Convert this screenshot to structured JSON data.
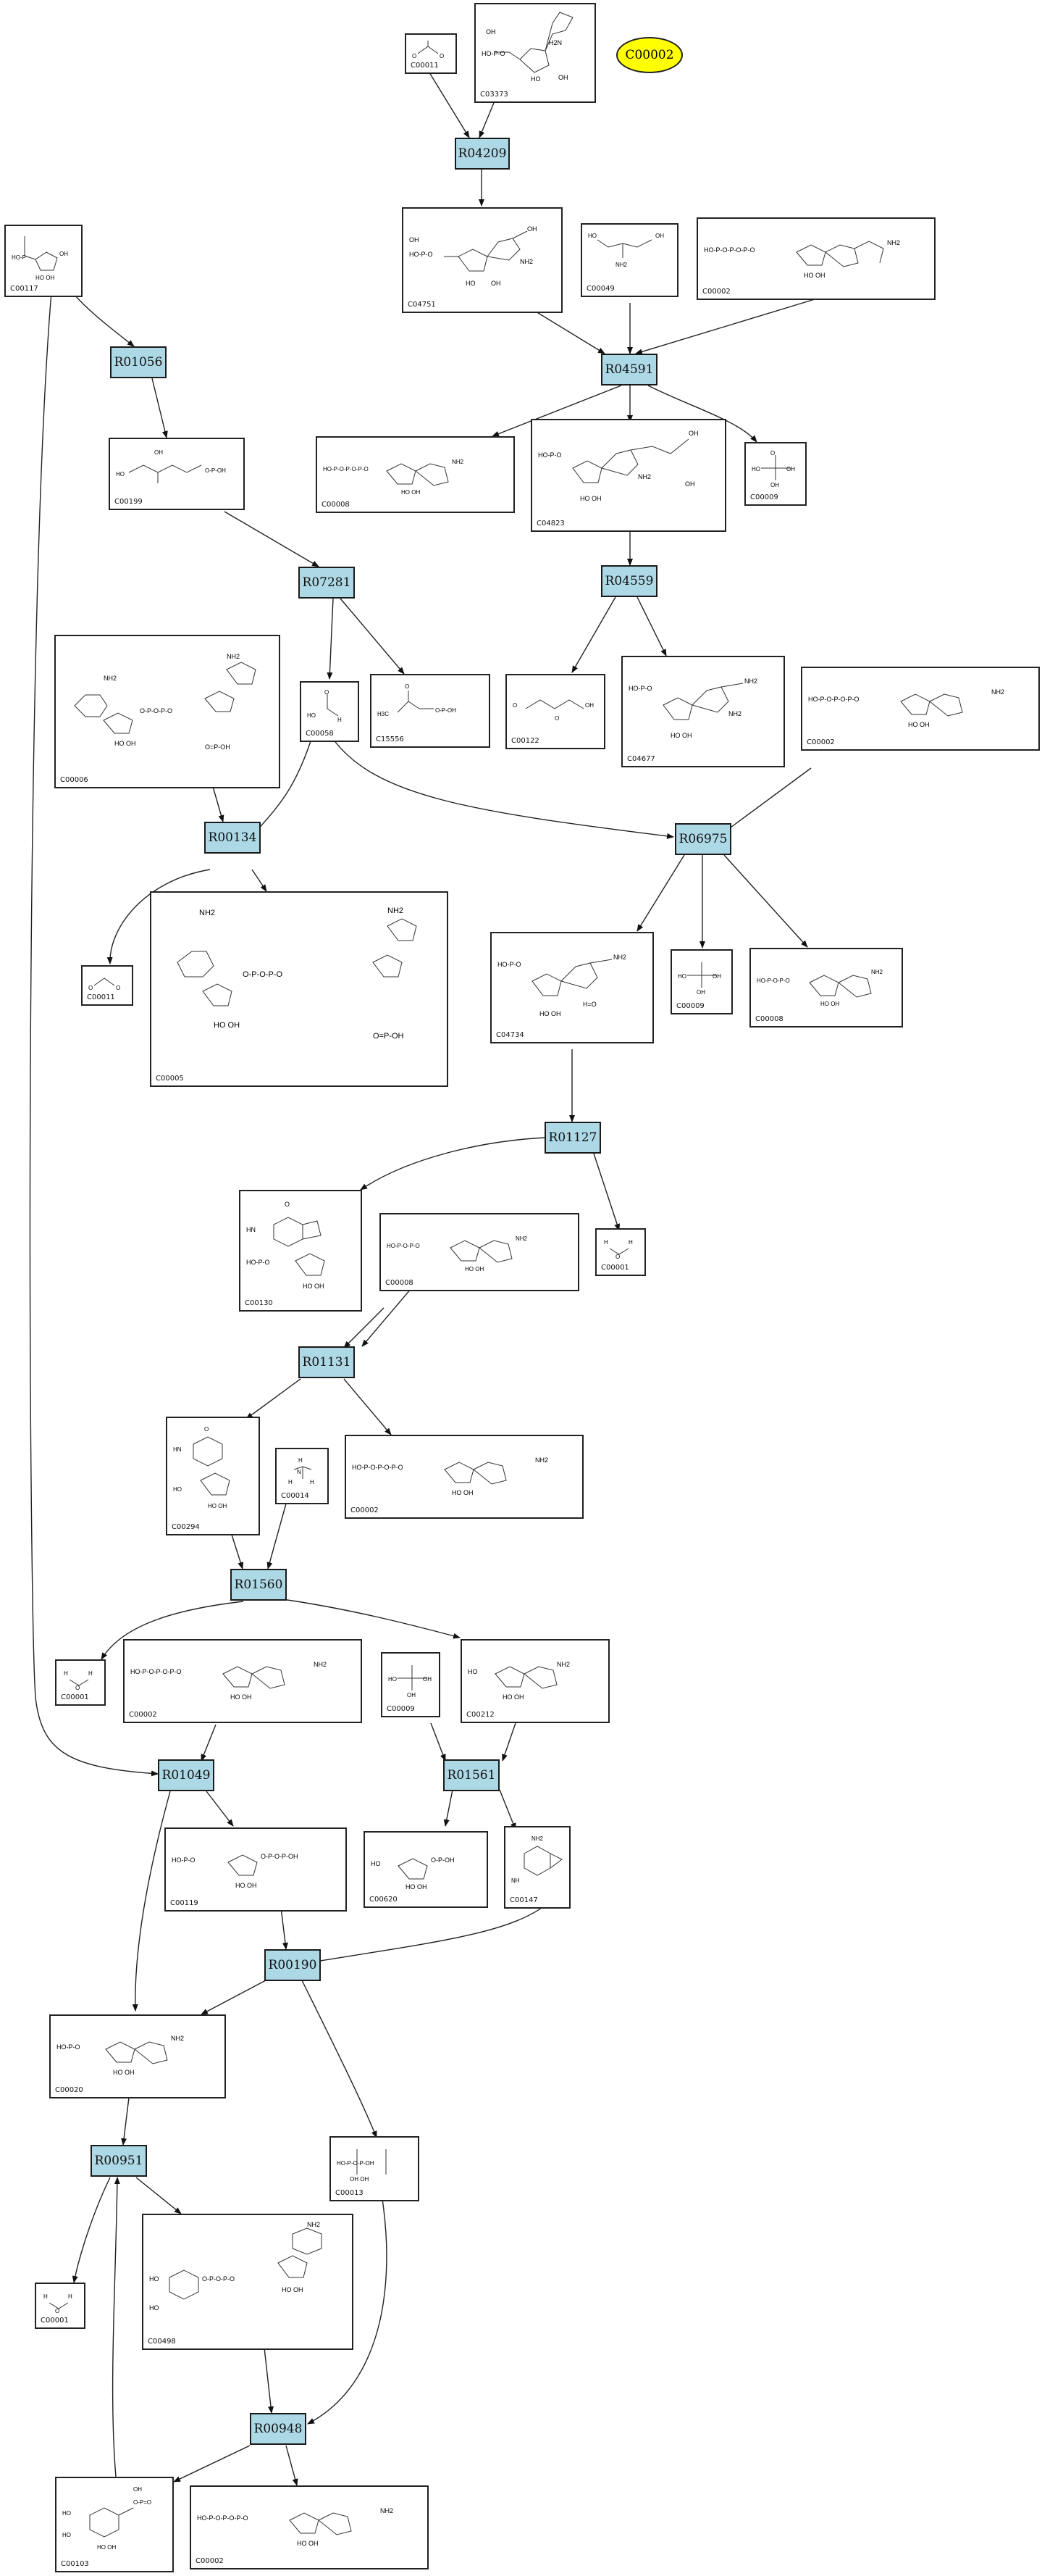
{
  "highlight": "C00002",
  "reactions": {
    "R04209": "R04209",
    "R04591": "R04591",
    "R01056": "R01056",
    "R07281": "R07281",
    "R04559": "R04559",
    "R00134": "R00134",
    "R06975": "R06975",
    "R01127": "R01127",
    "R01131": "R01131",
    "R01560": "R01560",
    "R01049": "R01049",
    "R01561": "R01561",
    "R00190": "R00190",
    "R00951": "R00951",
    "R00948": "R00948"
  },
  "compounds": {
    "c1": "C00011",
    "c2": "C03373",
    "c3": "C00117",
    "c4": "C04751",
    "c5": "C00049",
    "c6": "C00002",
    "c7": "C00199",
    "c8": "C00008",
    "c9": "C04823",
    "c10": "C00009",
    "c11": "C00006",
    "c12": "C00058",
    "c13": "C15556",
    "c14": "C00122",
    "c15": "C04677",
    "c16": "C00002",
    "c17": "C00011",
    "c18": "C00005",
    "c19": "C04734",
    "c20": "C00009",
    "c21": "C00008",
    "c22": "C00130",
    "c23": "C00008",
    "c24": "C00001",
    "c25": "C00294",
    "c26": "C00014",
    "c27": "C00002",
    "c28": "C00001",
    "c29": "C00002",
    "c30": "C00009",
    "c31": "C00212",
    "c32": "C00119",
    "c33": "C00620",
    "c34": "C00147",
    "c35": "C00020",
    "c36": "C00013",
    "c37": "C00001",
    "c38": "C00498",
    "c39": "C00103",
    "c40": "C00002"
  }
}
